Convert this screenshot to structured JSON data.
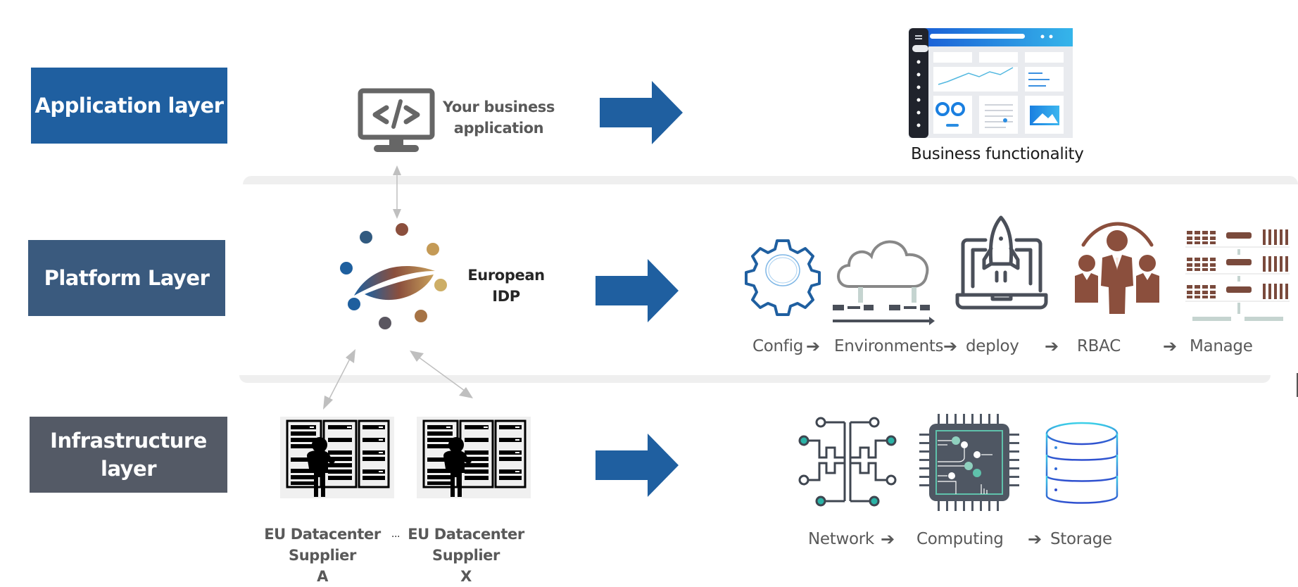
{
  "layers": [
    {
      "id": "application",
      "label": "Application layer",
      "color": "#1f5fa0"
    },
    {
      "id": "platform",
      "label": "Platform Layer",
      "color": "#3a5a7e"
    },
    {
      "id": "infrastructure",
      "label": "Infrastructure layer",
      "color": "#545a66"
    }
  ],
  "application": {
    "source_label": "Your business application",
    "source_icon": "code-monitor-icon",
    "result_caption": "Business functionality",
    "result_icon": "dashboard-screenshot"
  },
  "platform": {
    "source_label": "European IDP",
    "source_icon": "european-idp-logo",
    "steps": [
      {
        "label": "Config",
        "icon": "gear-icon"
      },
      {
        "label": "Environments",
        "icon": "cloud-environments-icon"
      },
      {
        "label": "deploy",
        "icon": "rocket-laptop-icon"
      },
      {
        "label": "RBAC",
        "icon": "team-roles-icon"
      },
      {
        "label": "Manage",
        "icon": "server-rack-manage-icon"
      }
    ],
    "step_separator": "➔"
  },
  "infrastructure": {
    "suppliers": [
      {
        "label": "EU Datacenter Supplier A",
        "line1": "EU Datacenter",
        "line2": "Supplier",
        "line3": "A"
      },
      {
        "label": "EU Datacenter Supplier X",
        "line1": "EU Datacenter",
        "line2": "Supplier",
        "line3": "X"
      }
    ],
    "ellipsis": "...",
    "steps": [
      {
        "label": "Network",
        "icon": "network-circuit-icon"
      },
      {
        "label": "Computing",
        "icon": "cpu-chip-icon"
      },
      {
        "label": "Storage",
        "icon": "database-icon"
      }
    ]
  },
  "colors": {
    "arrow_blue": "#1f5fa0",
    "icon_grey": "#4a4f59",
    "rbac_brown": "#8b4f3d",
    "connector_grey": "#bfbfbf",
    "band_grey": "#efefef",
    "teal": "#2ab3a6"
  }
}
